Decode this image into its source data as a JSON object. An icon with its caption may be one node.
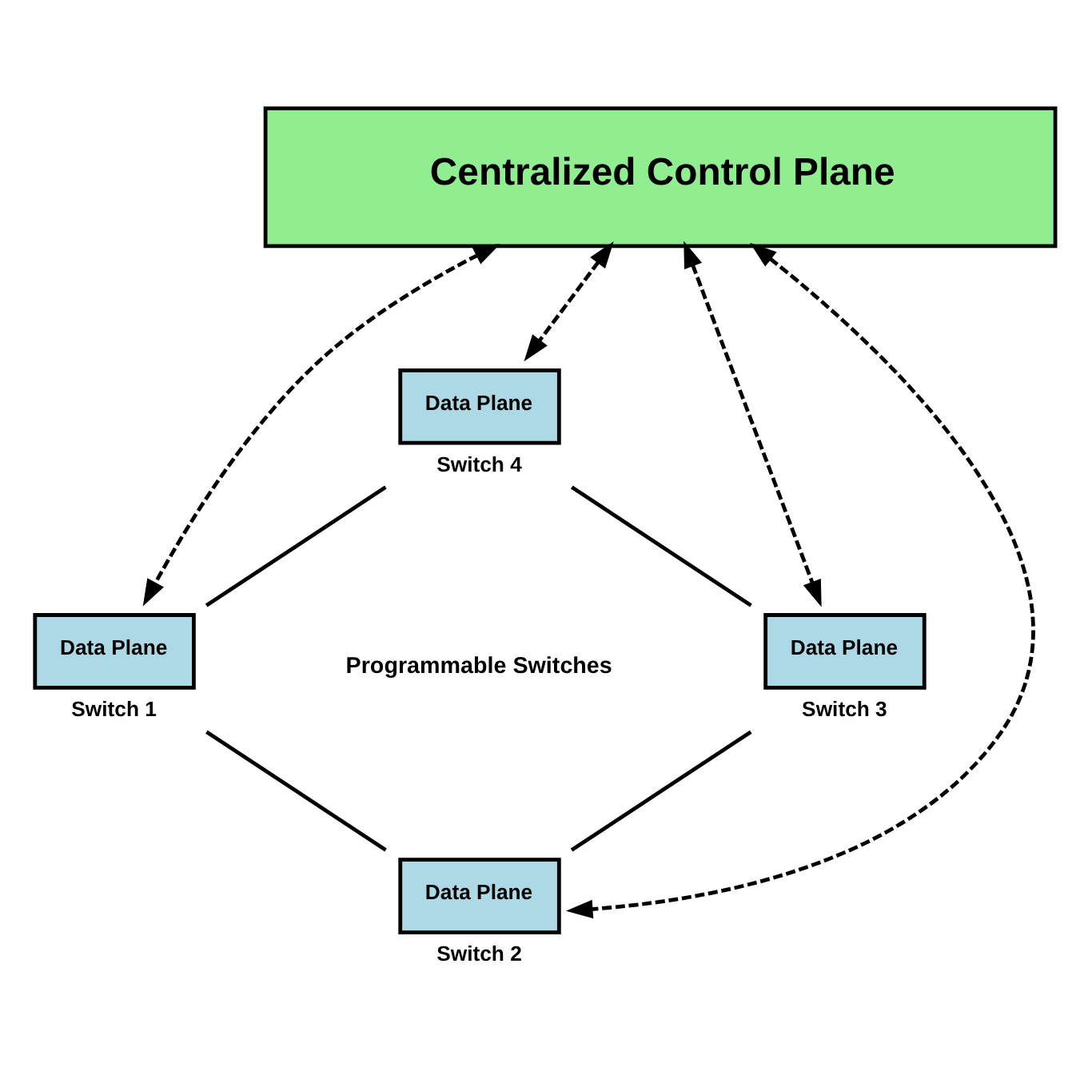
{
  "diagram": {
    "nodes": [
      {
        "text": [
          "Centralized Control Plane"
        ]
      },
      {
        "text": [
          "Data Plane"
        ],
        "beside": [
          "Switch 4"
        ]
      },
      {
        "text": [
          "Data Plane"
        ],
        "beside": [
          "Switch 1"
        ]
      },
      {
        "text": [
          "Data Plane"
        ],
        "beside": [
          "Switch 3"
        ]
      },
      {
        "text": [
          "Data Plane"
        ],
        "beside": [
          "Switch 2"
        ]
      }
    ],
    "edges": [
      {
        "from": 0,
        "to": 2,
        "arrow": "both",
        "style": "dashed"
      },
      {
        "from": 0,
        "to": 4,
        "arrow": "both",
        "style": "dashed"
      },
      {
        "from": 0,
        "to": 1,
        "arrow": "both",
        "style": "dashed"
      },
      {
        "from": 0,
        "to": 3,
        "arrow": "both",
        "style": "dashed"
      },
      {
        "from": 1,
        "to": 2,
        "arrow": "none"
      },
      {
        "from": 2,
        "to": 4,
        "arrow": "none"
      },
      {
        "from": 4,
        "to": 3,
        "arrow": "none"
      },
      {
        "from": 3,
        "to": 1,
        "arrow": "none"
      }
    ],
    "labels": [
      "Programmable Switches"
    ]
  }
}
